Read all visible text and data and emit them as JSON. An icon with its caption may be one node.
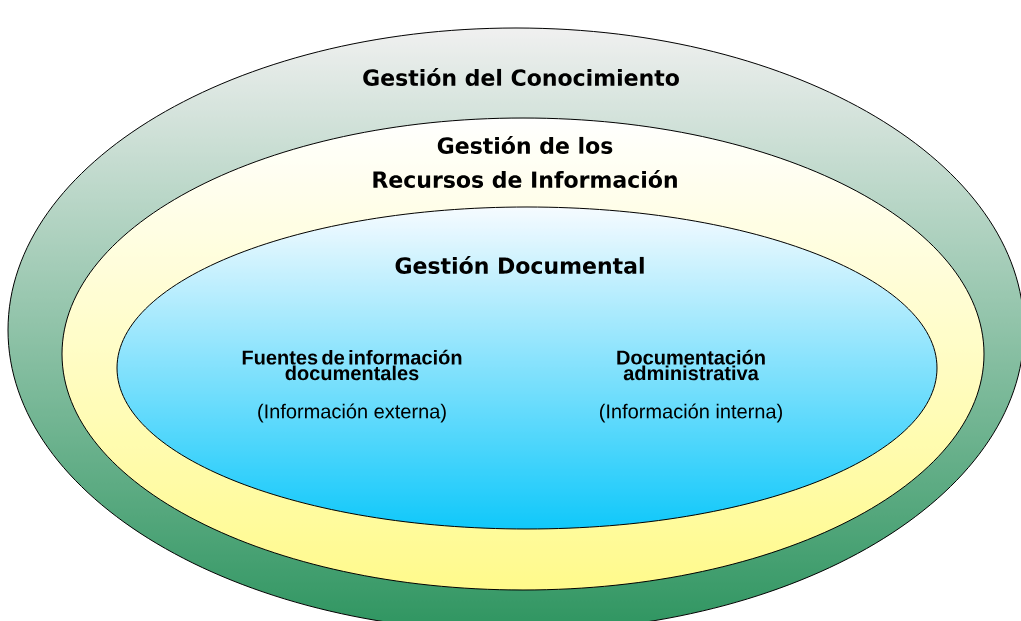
{
  "diagram": {
    "nodes": [
      {
        "text": [
          "Gestión del Conocimiento"
        ]
      },
      {
        "text": [
          "Gestión de los Recursos de Información"
        ],
        "in": 0
      },
      {
        "text": [
          "Gestión Documental",
          "Fuentes de información documentales",
          "(Información externa)",
          "Documentación administrativa",
          "(Información interna)"
        ],
        "in": 1
      }
    ]
  }
}
